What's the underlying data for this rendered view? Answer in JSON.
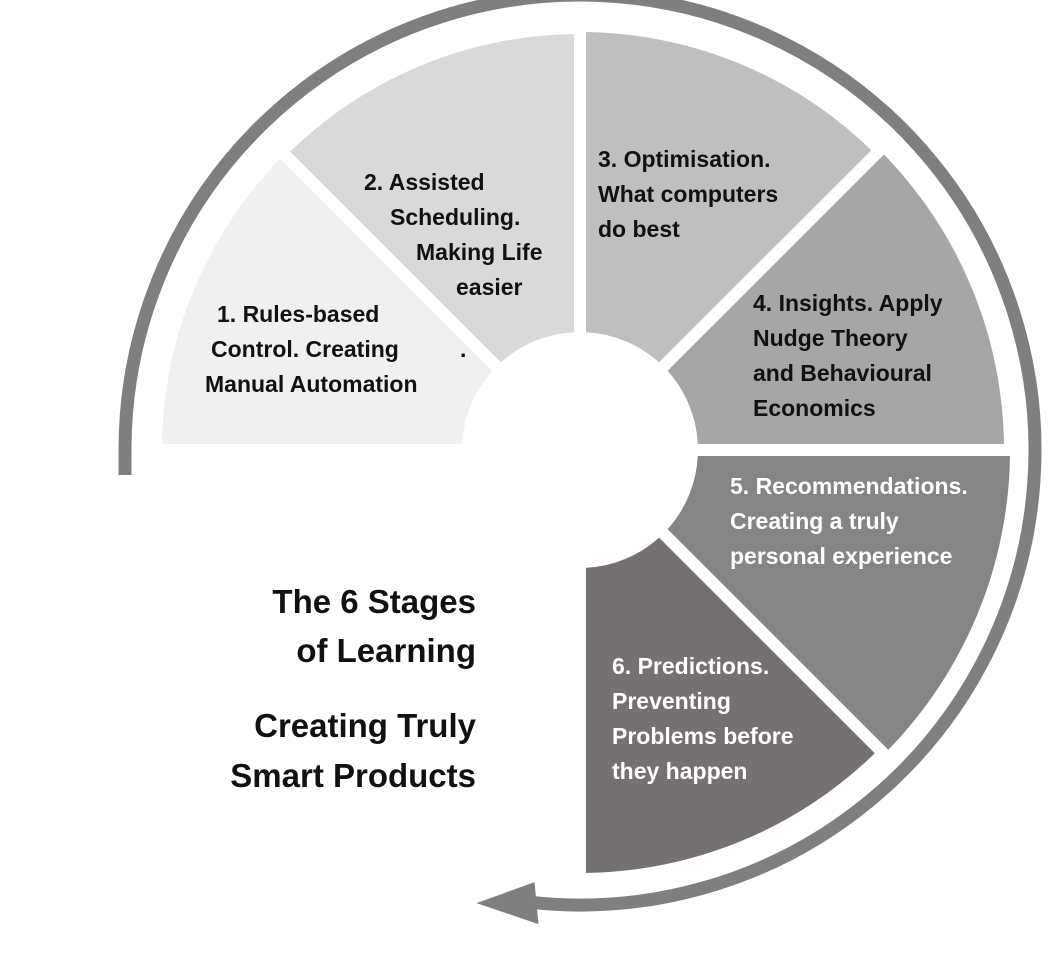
{
  "title": {
    "line1": "The 6 Stages",
    "line2": "of Learning",
    "line3": "Creating Truly",
    "line4": "Smart Products"
  },
  "stages": [
    {
      "lines": [
        "1. Rules-based",
        "Control. Creating",
        "Manual Automation"
      ],
      "fill": "#f0f0f0",
      "text_color": "#111111"
    },
    {
      "lines": [
        "2. Assisted",
        "Scheduling.",
        "Making Life",
        "easier"
      ],
      "fill": "#d9d9d9",
      "text_color": "#111111",
      "extra_mark": "."
    },
    {
      "lines": [
        "3. Optimisation.",
        "What computers",
        "do best"
      ],
      "fill": "#bfbfbf",
      "text_color": "#111111"
    },
    {
      "lines": [
        "4. Insights. Apply",
        "Nudge Theory",
        "and Behavioural",
        "Economics"
      ],
      "fill": "#a6a6a6",
      "text_color": "#111111"
    },
    {
      "lines": [
        "5. Recommendations.",
        "Creating a truly",
        "personal experience"
      ],
      "fill": "#858585",
      "text_color": "#ffffff"
    },
    {
      "lines": [
        "6. Predictions.",
        "Preventing",
        "Problems before",
        "they happen"
      ],
      "fill": "#767171",
      "text_color": "#ffffff"
    }
  ],
  "colors": {
    "arc": "#7f7f7f",
    "background": "#ffffff"
  },
  "icons": {
    "cycle_arrow": "curved-arrow-icon"
  }
}
